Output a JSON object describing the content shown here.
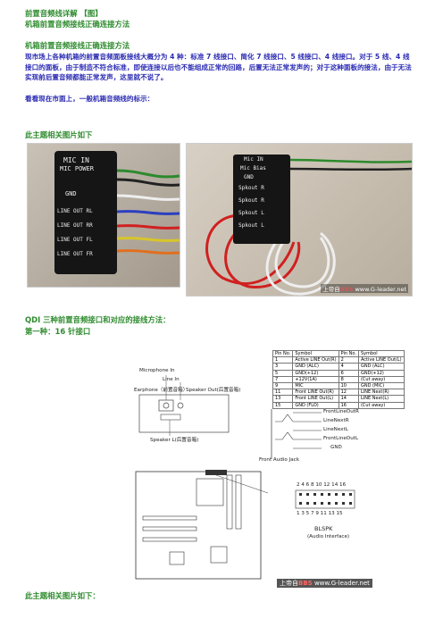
{
  "header": {
    "title": "前置音频线详解 【图】",
    "subtitle": "机箱前置音频接线正确连接方法"
  },
  "intro": {
    "heading": "机箱前置音频接线正确连接方法",
    "body": "现市场上各种机箱的前置音频面板接线大概分为 4 种：标准 7 线接口、简化 7 线接口、5 线接口、4 线接口。对于 5 线、4 线接口的面板，由于制造不符合标准，即使连接以后也不能组成正常的回路，后置无法正常发声的；对于这种面板的接法，由于无法实现前后置音频都能正常发声，这里就不说了。",
    "note": "看看现在市面上，一般机箱音频线的标示："
  },
  "caption1": "此主题相关图片如下",
  "photo_left_labels": [
    "MIC IN",
    "MIC POWER",
    "GND",
    "LINE OUT RL",
    "LINE OUT RR",
    "LINE OUT FL",
    "LINE OUT FR"
  ],
  "photo_right_labels": [
    "Mic IN",
    "Mic Bias",
    "GND",
    "Spkout R",
    "Spkout R",
    "Spkout L",
    "Spkout L"
  ],
  "watermark": {
    "prefix": "上帝自",
    "brand": "BBS",
    "suffix": "www.G-leader.net"
  },
  "section2": {
    "title": "QDI 三种前置音频接口和对应的接线方法：",
    "first": "第一种：16 针接口"
  },
  "diagram": {
    "front_labels": [
      "Microphone In",
      "Line In",
      "Earphone（前置音箱）",
      "Speaker Out(后置音箱)",
      "Speaker L(后置音箱)"
    ],
    "pin_header": [
      "Pin No.",
      "Symbol",
      "Pin No.",
      "Symbol"
    ],
    "pin_rows": [
      [
        "1",
        "Active LINE Out(R)",
        "2",
        "Active LINE Out(L)"
      ],
      [
        "3",
        "GND (ALC)",
        "4",
        "GND (ALC)"
      ],
      [
        "5",
        "GND(+12)",
        "6",
        "GND(+12)"
      ],
      [
        "7",
        "+12V(1A)",
        "8",
        "(Cut away)"
      ],
      [
        "9",
        "MIC",
        "10",
        "GND (MIC)"
      ],
      [
        "11",
        "Front LINE Out(R)",
        "12",
        "LINE Next(R)"
      ],
      [
        "13",
        "Front LINE Out(L)",
        "14",
        "LINE Next(L)"
      ],
      [
        "15",
        "GND (FLO)",
        "16",
        "(Cut away)"
      ]
    ],
    "jack_labels": [
      "FrontLineOutR",
      "LineNextR",
      "LineNextL",
      "FrontLineOutL",
      "GND"
    ],
    "jack_caption": "Front Audio Jack",
    "header_pins_top": "2 4 6 8 10 12 14 16",
    "header_pins_bottom": "1 3 5 7 9 11 13 15",
    "connector_name": "BLSPK",
    "connector_caption": "(Audio Interface)"
  },
  "caption2": "此主题相关图片如下："
}
